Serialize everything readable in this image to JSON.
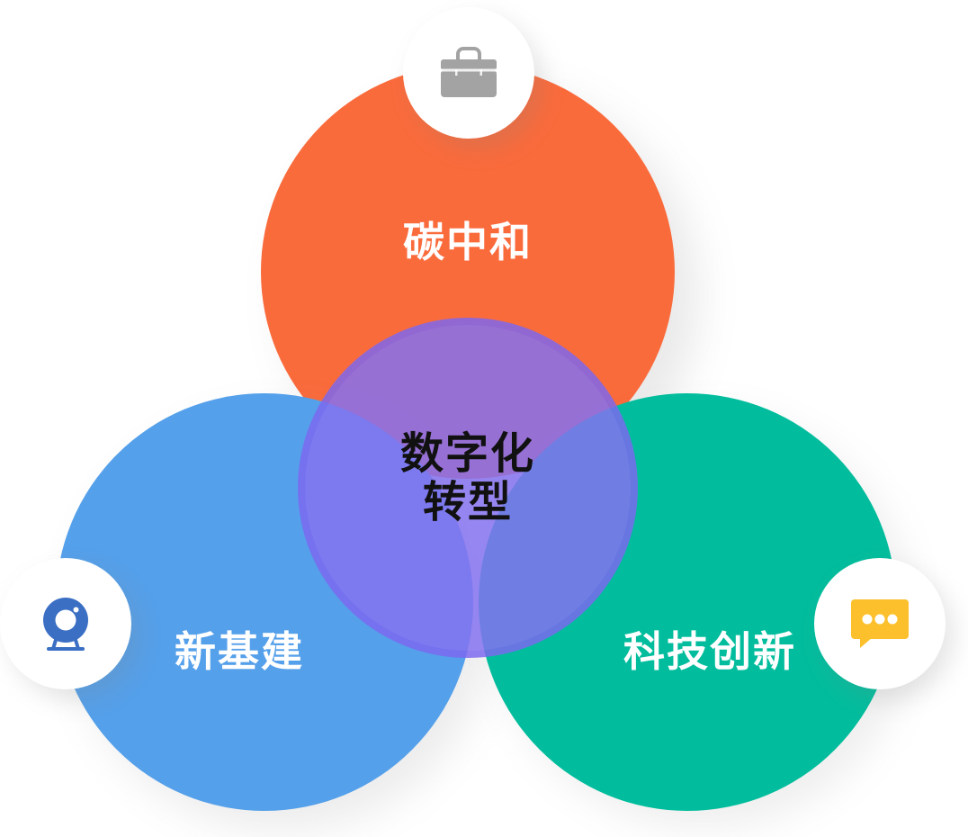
{
  "diagram": {
    "type": "venn",
    "title": "",
    "circles": [
      {
        "id": "carbon",
        "label": "碳中和",
        "color": "#fa6b3c",
        "text_color": "#ffffff",
        "position": "top"
      },
      {
        "id": "infrastructure",
        "label": "新基建",
        "color": "#55a0ea",
        "text_color": "#ffffff",
        "position": "bottom-left"
      },
      {
        "id": "technology",
        "label": "科技创新",
        "color": "#02bd9d",
        "text_color": "#ffffff",
        "position": "bottom-right"
      },
      {
        "id": "digital",
        "label_line1": "数字化",
        "label_line2": "转型",
        "color": "#7c68f0",
        "text_color": "#111111",
        "position": "center"
      }
    ],
    "icons": [
      {
        "id": "toolbox",
        "name": "toolbox-icon",
        "color": "#a3a3a3",
        "attached_to": "carbon"
      },
      {
        "id": "webcam",
        "name": "webcam-icon",
        "color": "#3b6fc4",
        "attached_to": "infrastructure"
      },
      {
        "id": "chat",
        "name": "chat-bubble-icon",
        "color": "#fcc02c",
        "attached_to": "technology"
      }
    ],
    "accents": {
      "glow_color": "#fcc42c",
      "background": "#ffffff"
    }
  }
}
